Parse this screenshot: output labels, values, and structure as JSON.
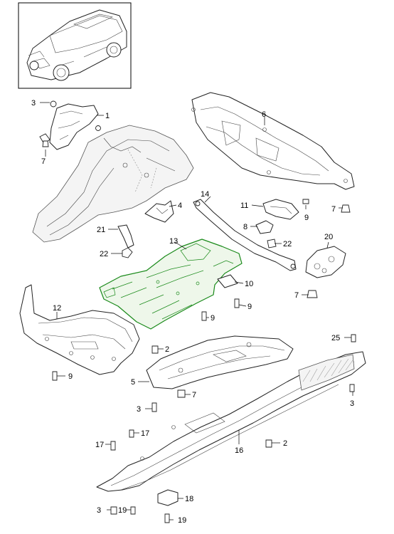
{
  "callouts": {
    "c1": "1",
    "c2a": "2",
    "c2b": "2",
    "c3a": "3",
    "c3b": "3",
    "c3c": "3",
    "c3d": "3",
    "c4": "4",
    "c5": "5",
    "c6": "6",
    "c7a": "7",
    "c7b": "7",
    "c7c": "7",
    "c7d": "7",
    "c8": "8",
    "c9a": "9",
    "c9b": "9",
    "c9c": "9",
    "c9d": "9",
    "c10": "10",
    "c11": "11",
    "c12": "12",
    "c13": "13",
    "c14": "14",
    "c16": "16",
    "c17a": "17",
    "c17b": "17",
    "c18": "18",
    "c19": "19",
    "c20": "20",
    "c21": "21",
    "c22a": "22",
    "c22b": "22",
    "c25": "25"
  },
  "colors": {
    "highlight": "#1a8a1a",
    "line": "#222222"
  }
}
